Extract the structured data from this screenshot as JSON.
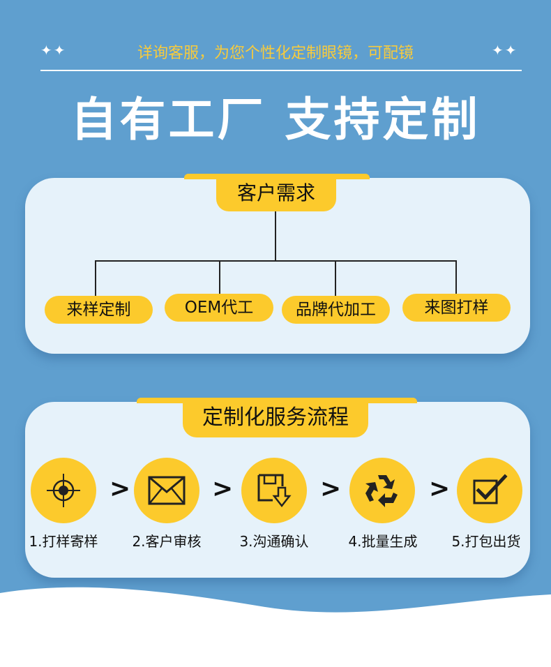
{
  "header": {
    "stars_left": "✦✦",
    "stars_right": "✦✦",
    "subtitle": "详询客服，为您个性化定制眼镜，可配镜",
    "title": "自有工厂  支持定制"
  },
  "needs": {
    "title": "客户需求",
    "items": [
      {
        "label": "来样定制"
      },
      {
        "label": "OEM代工"
      },
      {
        "label": "品牌代加工"
      },
      {
        "label": "来图打样"
      }
    ]
  },
  "process": {
    "title": "定制化服务流程",
    "arrow": ">",
    "steps": [
      {
        "label": "1.打样寄样",
        "icon": "target-icon"
      },
      {
        "label": "2.客户审核",
        "icon": "envelope-icon"
      },
      {
        "label": "3.沟通确认",
        "icon": "download-icon"
      },
      {
        "label": "4.批量生成",
        "icon": "recycle-icon"
      },
      {
        "label": "5.打包出货",
        "icon": "checkbox-icon"
      }
    ]
  },
  "colors": {
    "background": "#5f9fcf",
    "panel": "#e6f2fa",
    "accent": "#fcca2c",
    "subtitle": "#f8cb3c"
  }
}
